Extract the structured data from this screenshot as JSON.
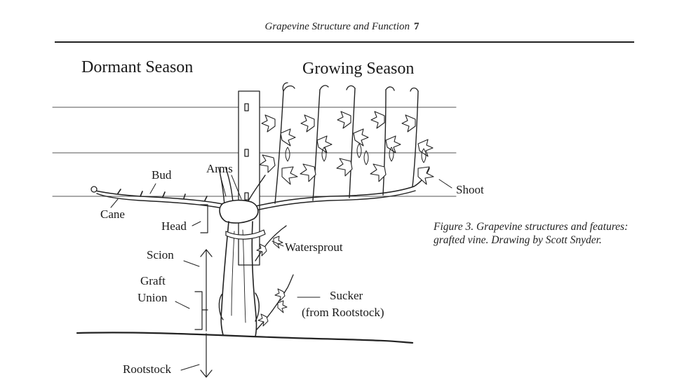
{
  "header": {
    "title": "Grapevine Structure and Function",
    "page_number": "7"
  },
  "drawing": {
    "dormant_title": "Dormant Season",
    "growing_title": "Growing Season",
    "labels": {
      "bud": "Bud",
      "arms": "Arms",
      "cane": "Cane",
      "head": "Head",
      "shoot": "Shoot",
      "scion": "Scion",
      "watersprout": "Watersprout",
      "graft": "Graft",
      "union": "Union",
      "sucker": "Sucker",
      "from_rootstock": "(from Rootstock)",
      "rootstock": "Rootstock"
    }
  },
  "caption": "Figure 3. Grapevine structures and features: grafted vine. Drawing by Scott Snyder."
}
